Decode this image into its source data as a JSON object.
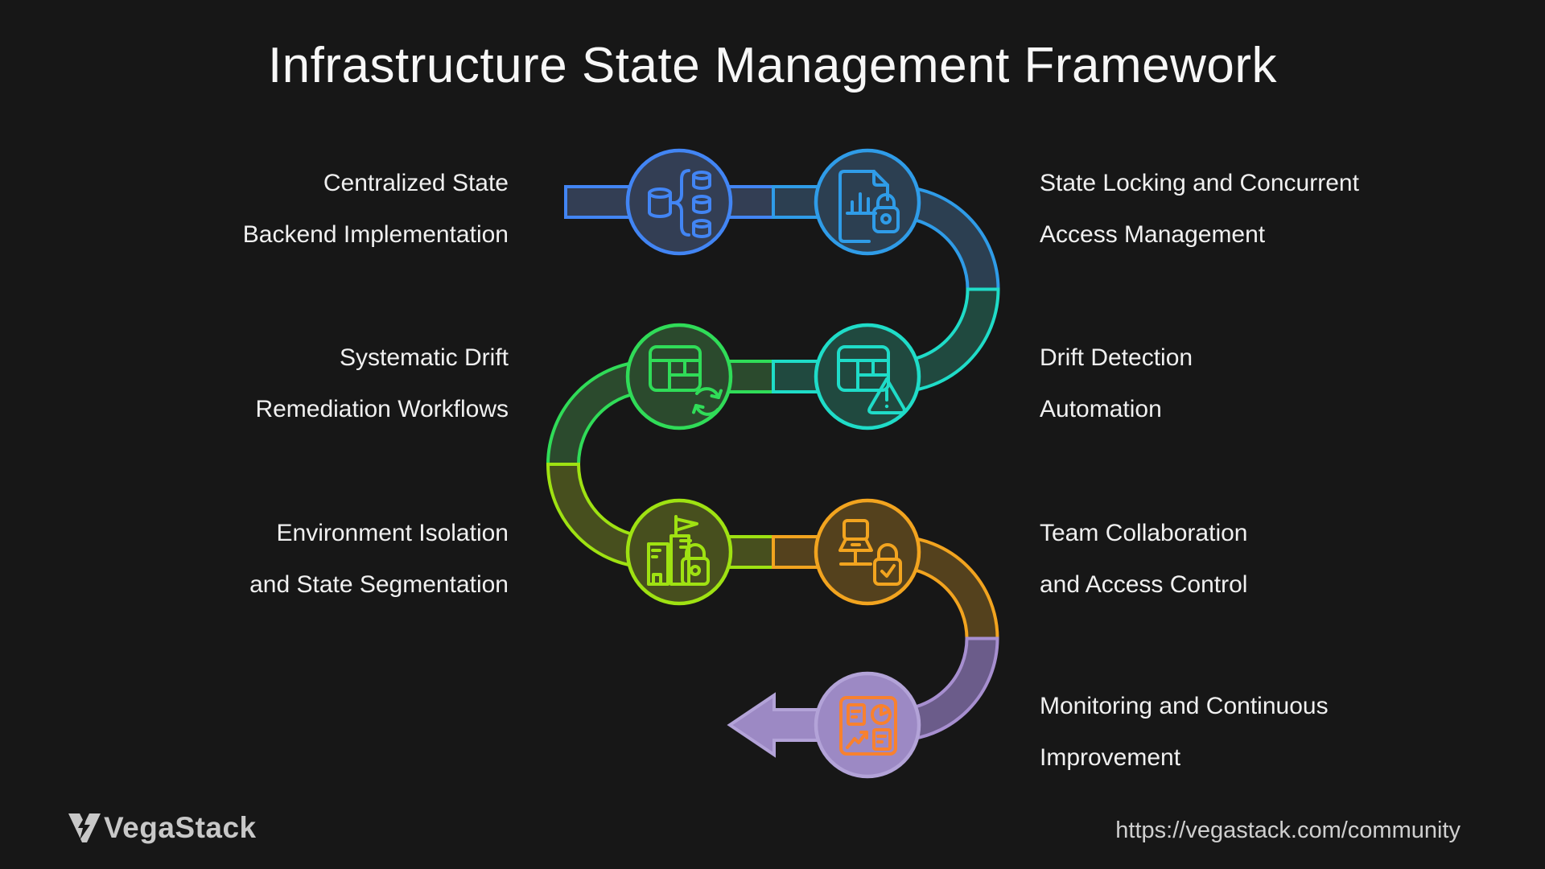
{
  "title": "Infrastructure State Management Framework",
  "steps": [
    {
      "id": 1,
      "row": 1,
      "side": "left",
      "icon": "database-replication-icon",
      "lines": [
        "Centralized State",
        "Backend Implementation"
      ]
    },
    {
      "id": 2,
      "row": 1,
      "side": "right",
      "icon": "document-lock-icon",
      "lines": [
        "State Locking and Concurrent",
        "Access Management"
      ]
    },
    {
      "id": 3,
      "row": 2,
      "side": "right",
      "icon": "table-alert-icon",
      "lines": [
        "Drift Detection",
        "Automation"
      ]
    },
    {
      "id": 4,
      "row": 2,
      "side": "left",
      "icon": "table-refresh-icon",
      "lines": [
        "Systematic Drift",
        "Remediation Workflows"
      ]
    },
    {
      "id": 5,
      "row": 3,
      "side": "left",
      "icon": "city-lock-icon",
      "lines": [
        "Environment Isolation",
        "and State Segmentation"
      ]
    },
    {
      "id": 6,
      "row": 3,
      "side": "right",
      "icon": "workstation-lock-icon",
      "lines": [
        "Team Collaboration",
        "and Access Control"
      ]
    },
    {
      "id": 7,
      "row": 4,
      "side": "right",
      "icon": "dashboard-icon",
      "lines": [
        "Monitoring and Continuous",
        "Improvement"
      ]
    }
  ],
  "footer": {
    "brand": "VegaStack",
    "url": "https://vegastack.com/community"
  },
  "colors": {
    "background": "#171717",
    "title_text": "#f7f7f7",
    "label_text": "#f0f0f0",
    "brand_text": "#c8c8c8",
    "url_text": "#cfcfcf",
    "blue": "#4285f4",
    "blue_fill": "#333e54",
    "sky": "#2f9ce8",
    "sky_fill": "#2c3f51",
    "teal": "#1fdcc8",
    "teal_fill": "#20493f",
    "green": "#30dc58",
    "green_fill": "#2b4a2d",
    "lime": "#9fe212",
    "lime_fill": "#474f1e",
    "orange": "#f2a41f",
    "orange_fill": "#54411d",
    "purple": "#a78fd0",
    "purple_fill": "#6b5c8a",
    "purple_solid": "#9c89c4",
    "purple_edge": "#b3a3d8",
    "icon_orange": "#f8812f"
  }
}
